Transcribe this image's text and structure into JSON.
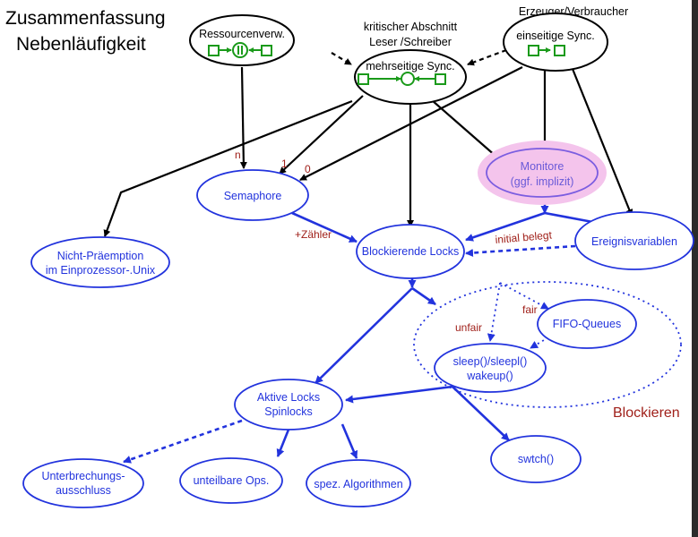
{
  "title": [
    "Zusammenfassung",
    "Nebenläufigkeit"
  ],
  "colors": {
    "black_edges": "#000000",
    "blue_nodes": "#2233dd",
    "green_symbols": "#1a9a1a",
    "labels_red": "#a0201a",
    "monitor_highlight": "#f4c4ec"
  },
  "top_nodes": {
    "resource": {
      "label": "Ressourcenverw.",
      "icon": "box-arrow-circle-bars-arrow-box"
    },
    "multi": {
      "caption": [
        "kritischer Abschnitt",
        "Leser /Schreiber"
      ],
      "label": "mehrseitige Sync.",
      "icon": "box-arrow-circle-arrow-box"
    },
    "single": {
      "caption": "Erzeuger/Verbraucher",
      "label": "einseitige Sync.",
      "icon": "box-arrow-box"
    }
  },
  "nodes": {
    "semaphore": "Semaphore",
    "monitor": [
      "Monitore",
      "(ggf. implizit)"
    ],
    "blocking_locks": "Blockierende Locks",
    "event_vars": "Ereignisvariablen",
    "non_preemption": [
      "Nicht-Präemption",
      "im Einprozessor-.Unix"
    ],
    "fifo": "FIFO-Queues",
    "sleep": [
      "sleep()/sleepl()",
      "wakeup()"
    ],
    "active_locks": [
      "Aktive Locks",
      "Spinlocks"
    ],
    "swtch": "swtch()",
    "interrupt": [
      "Unterbrechungs-",
      "ausschluss"
    ],
    "atomic_ops": "unteilbare Ops.",
    "special_algos": "spez. Algorithmen"
  },
  "edge_labels": {
    "n": "n",
    "one": "1",
    "zero": "0",
    "counter": "+Zähler",
    "initial": "initial belegt",
    "fair": "fair",
    "unfair": "unfair"
  },
  "group_label": "Blockieren"
}
